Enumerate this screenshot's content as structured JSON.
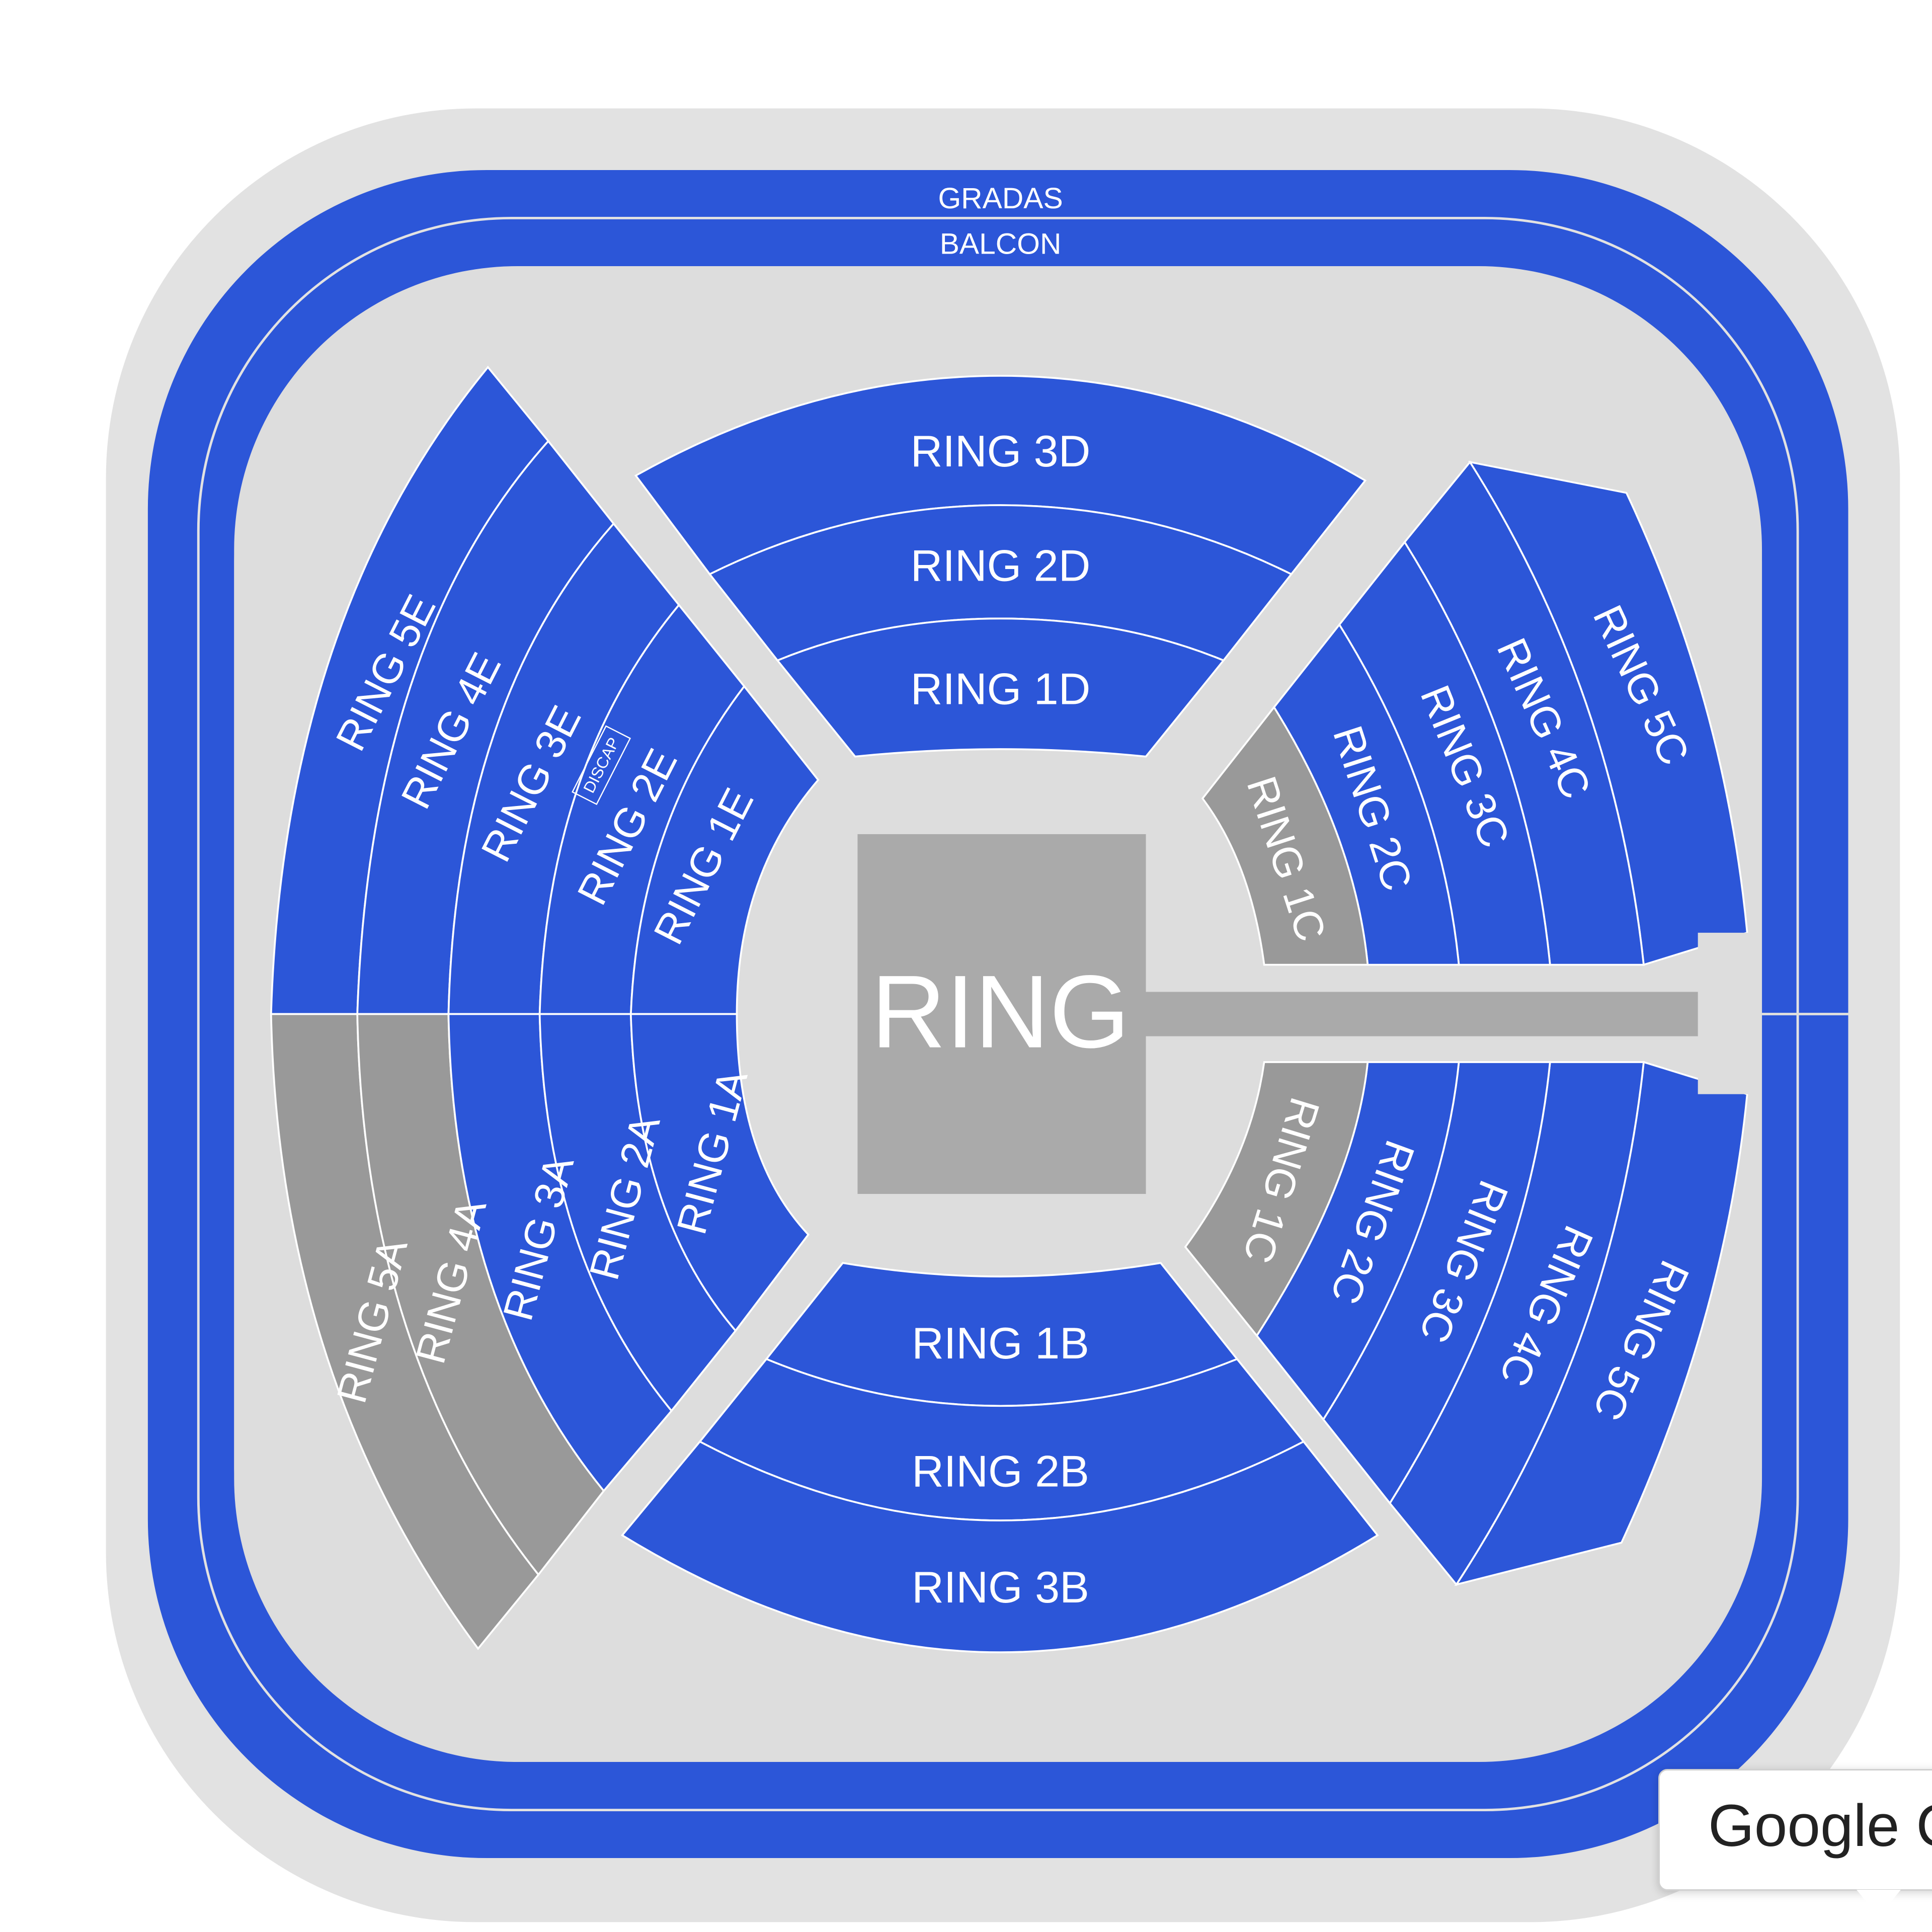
{
  "map": {
    "colors": {
      "available": "#2c56d8",
      "unavailable": "#999999",
      "ring": "#aaaaaa",
      "floor": "#dddddd",
      "outer_border": "#e2e2e2",
      "background": "#ffffff"
    },
    "outer": {
      "gradas": "GRADAS",
      "balcon": "BALCON"
    },
    "center": {
      "ring": "RING"
    },
    "sections": {
      "d": [
        "RING 3D",
        "RING 2D",
        "RING 1D"
      ],
      "b": [
        "RING 1B",
        "RING 2B",
        "RING 3B"
      ],
      "e": [
        "RING 5E",
        "RING 4E",
        "RING 3E",
        "RING 2E",
        "RING 1E"
      ],
      "a": [
        "RING 5A",
        "RING 4A",
        "RING 3A",
        "RING 2A",
        "RING 1A"
      ],
      "c_upper": [
        "RING 1C",
        "RING 2C",
        "RING 3C",
        "RING 4C",
        "RING 5C"
      ],
      "c_lower": [
        "RING 1C",
        "RING 2C",
        "RING 3C",
        "RING 4C",
        "RING 5C"
      ]
    },
    "discap": "DISCAP"
  },
  "tooltip": {
    "text": "Google Cl"
  }
}
